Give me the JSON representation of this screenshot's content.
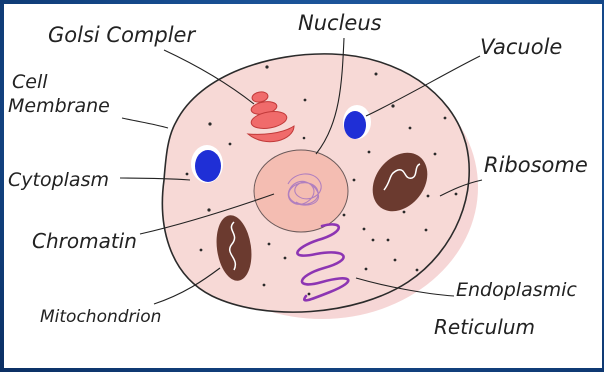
{
  "labels": {
    "golgi": "Golsi Compler",
    "nucleus": "Nucleus",
    "vacuole": "Vacuole",
    "cell_membrane_line1": "Cell",
    "cell_membrane_line2": "Membrane",
    "cytoplasm": "Cytoplasm",
    "ribosome": "Ribosome",
    "chromatin": "Chromatin",
    "mitochondrion": "Mitochondrion",
    "er_line1": "Endoplasmic",
    "er_line2": "Reticulum"
  },
  "colors": {
    "background": "#154a8c",
    "cell_fill": "#f6d3d1",
    "cell_stroke": "#2b2b2b",
    "halo": "#f3c7c7",
    "nucleus_fill": "#f3b9ad",
    "vacuole_fill": "#1f2fd6",
    "golgi_fill": "#f06b6b",
    "mitochondria_fill": "#6b3a2f",
    "er_stroke": "#8d35b3"
  }
}
